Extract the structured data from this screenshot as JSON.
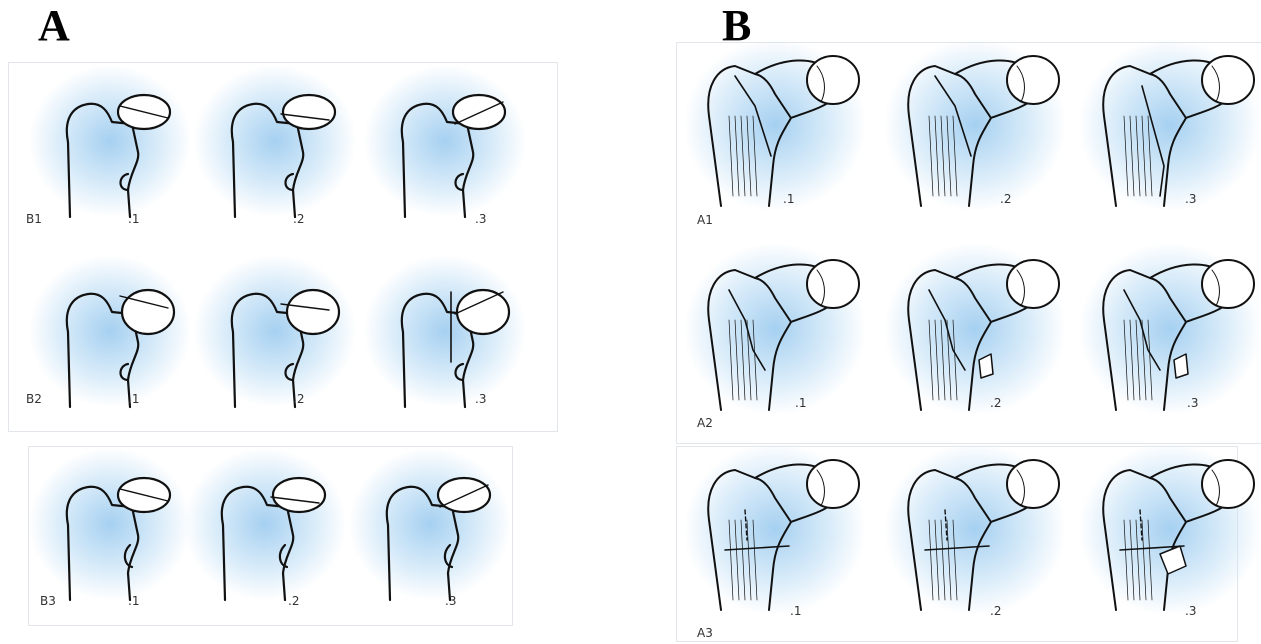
{
  "panels": {
    "A": {
      "letter": "A",
      "rows": [
        {
          "row_label": "B1",
          "sub_labels": [
            ".1",
            ".2",
            ".3"
          ]
        },
        {
          "row_label": "B2",
          "sub_labels": [
            ".1",
            ".2",
            ".3"
          ]
        },
        {
          "row_label": "B3",
          "sub_labels": [
            ".1",
            ".2",
            ".3"
          ]
        }
      ]
    },
    "B": {
      "letter": "B",
      "rows": [
        {
          "row_label": "A1",
          "sub_labels": [
            ".1",
            ".2",
            ".3"
          ]
        },
        {
          "row_label": "A2",
          "sub_labels": [
            ".1",
            ".2",
            ".3"
          ]
        },
        {
          "row_label": "A3",
          "sub_labels": [
            ".1",
            ".2",
            ".3"
          ]
        }
      ]
    }
  },
  "colors": {
    "background": "#ffffff",
    "glow": "#a6d0ef",
    "line": "#111111"
  }
}
